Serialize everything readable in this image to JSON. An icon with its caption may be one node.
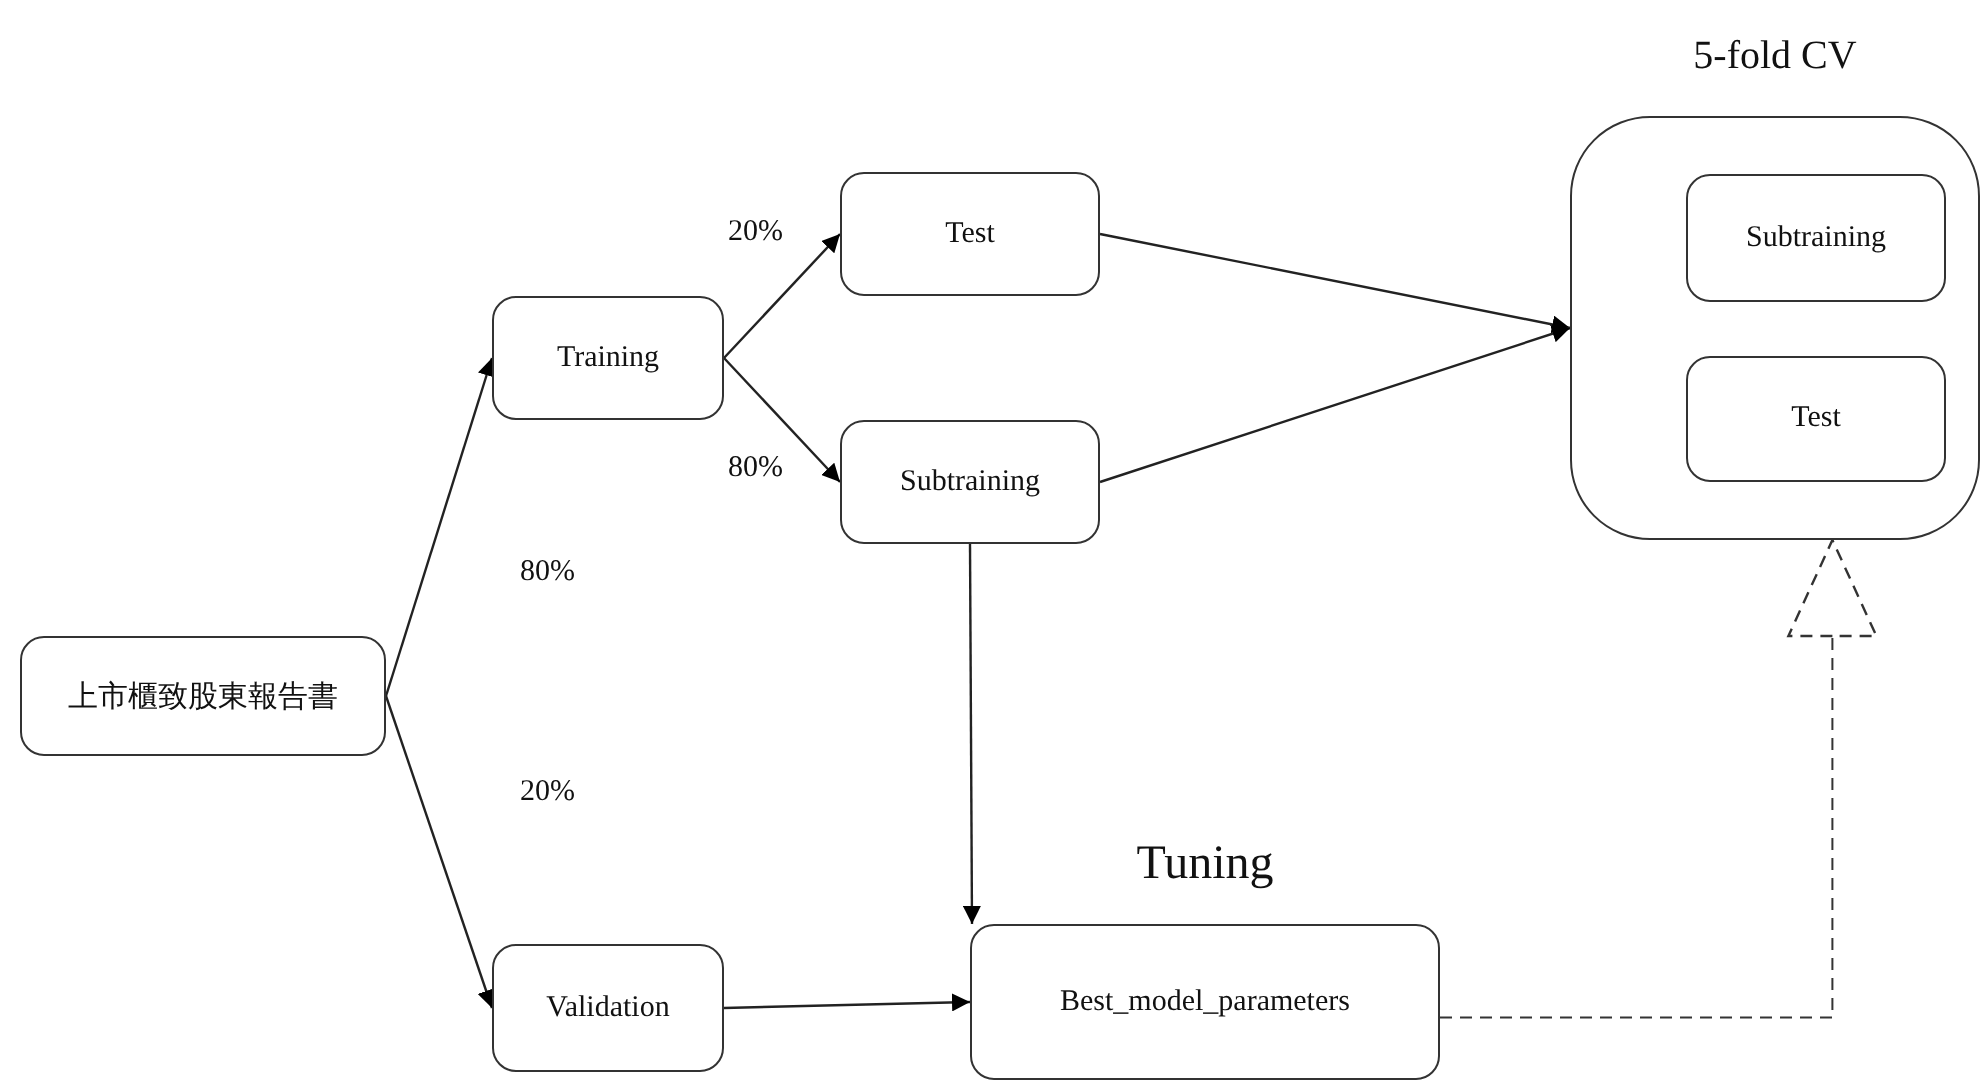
{
  "diagram": {
    "nodes": [
      {
        "text": [
          "上市櫃致股東報告書"
        ]
      },
      {
        "text": [
          "Training"
        ]
      },
      {
        "text": [
          "Validation"
        ]
      },
      {
        "text": [
          "Test"
        ]
      },
      {
        "text": [
          "Subtraining"
        ]
      },
      {
        "text": [
          "Tuning",
          "Best_model_parameters"
        ]
      },
      {
        "text": [
          "5-fold CV"
        ]
      },
      {
        "text": [
          "Subtraining"
        ],
        "in": 6
      },
      {
        "text": [
          "Test"
        ],
        "in": 6
      }
    ],
    "edges": [
      {
        "from": 0,
        "to": 1,
        "arrow": "to",
        "label": "80%"
      },
      {
        "from": 0,
        "to": 2,
        "arrow": "to",
        "label": "20%"
      },
      {
        "from": 1,
        "to": 3,
        "arrow": "to",
        "label": "20%"
      },
      {
        "from": 1,
        "to": 4,
        "arrow": "to",
        "label": "80%"
      },
      {
        "from": 3,
        "to": 6,
        "arrow": "to"
      },
      {
        "from": 4,
        "to": 6,
        "arrow": "to"
      },
      {
        "from": 2,
        "to": 5,
        "arrow": "to"
      },
      {
        "from": 4,
        "to": 5,
        "arrow": "to"
      },
      {
        "from": 5,
        "to": 6,
        "arrow": "to",
        "style": "dashed"
      }
    ]
  }
}
